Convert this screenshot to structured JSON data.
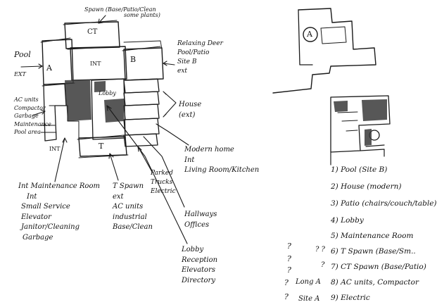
{
  "colors": {
    "ink": "#1a1a1a",
    "paper": "#ffffff"
  },
  "map": {
    "rooms": {
      "ct": "CT",
      "a": "A",
      "b": "B",
      "int": "INT",
      "lobby": "Lobby",
      "t": "T",
      "int_small": "INT"
    },
    "labels": {
      "spawn_top": [
        "Spawn (Base/Patio/Clean",
        "some plants)"
      ],
      "pool": [
        "Pool",
        "EXT"
      ],
      "relaxing": [
        "Relaxing Deer",
        "Pool/Patio",
        "Site B",
        "ext"
      ],
      "ac_units": [
        "AC units",
        "Compactor",
        "Garbage",
        "Maintenance",
        "Pool area"
      ],
      "house": [
        "House",
        "(ext)"
      ],
      "modern_home": [
        "Modern home",
        "Int",
        "Living Room/Kitchen"
      ],
      "int_maintenance": [
        "Int Maintenance Room",
        "Int",
        "Small Service",
        "Elevator",
        "Janitor/Cleaning",
        "Garbage"
      ],
      "t_spawn": [
        "T Spawn",
        "ext",
        "AC units",
        "industrial",
        "Base/Clean"
      ],
      "parked": [
        "Parked",
        "Trucks",
        "Electric"
      ],
      "hallways": [
        "Hallways",
        "Offices"
      ],
      "lobby_block": [
        "Lobby",
        "Reception",
        "Elevators",
        "Directory"
      ]
    }
  },
  "inset": {
    "site_label": "A"
  },
  "legend": {
    "items": [
      "1) Pool (Site B)",
      "2) House (modern)",
      "3) Patio (chairs/couch/table)",
      "4) Lobby",
      "5) Maintenance Room",
      "6) T Spawn (Base/Sm..",
      "7) CT Spawn (Base/Patio)",
      "8) AC units, Compactor",
      "9) Electric"
    ],
    "markers": [
      "?",
      "?",
      "?",
      "?",
      "?"
    ],
    "q6_prefix": "? ?",
    "q7_prefix": "?",
    "long_a": "Long A",
    "site_a": "Site A"
  }
}
